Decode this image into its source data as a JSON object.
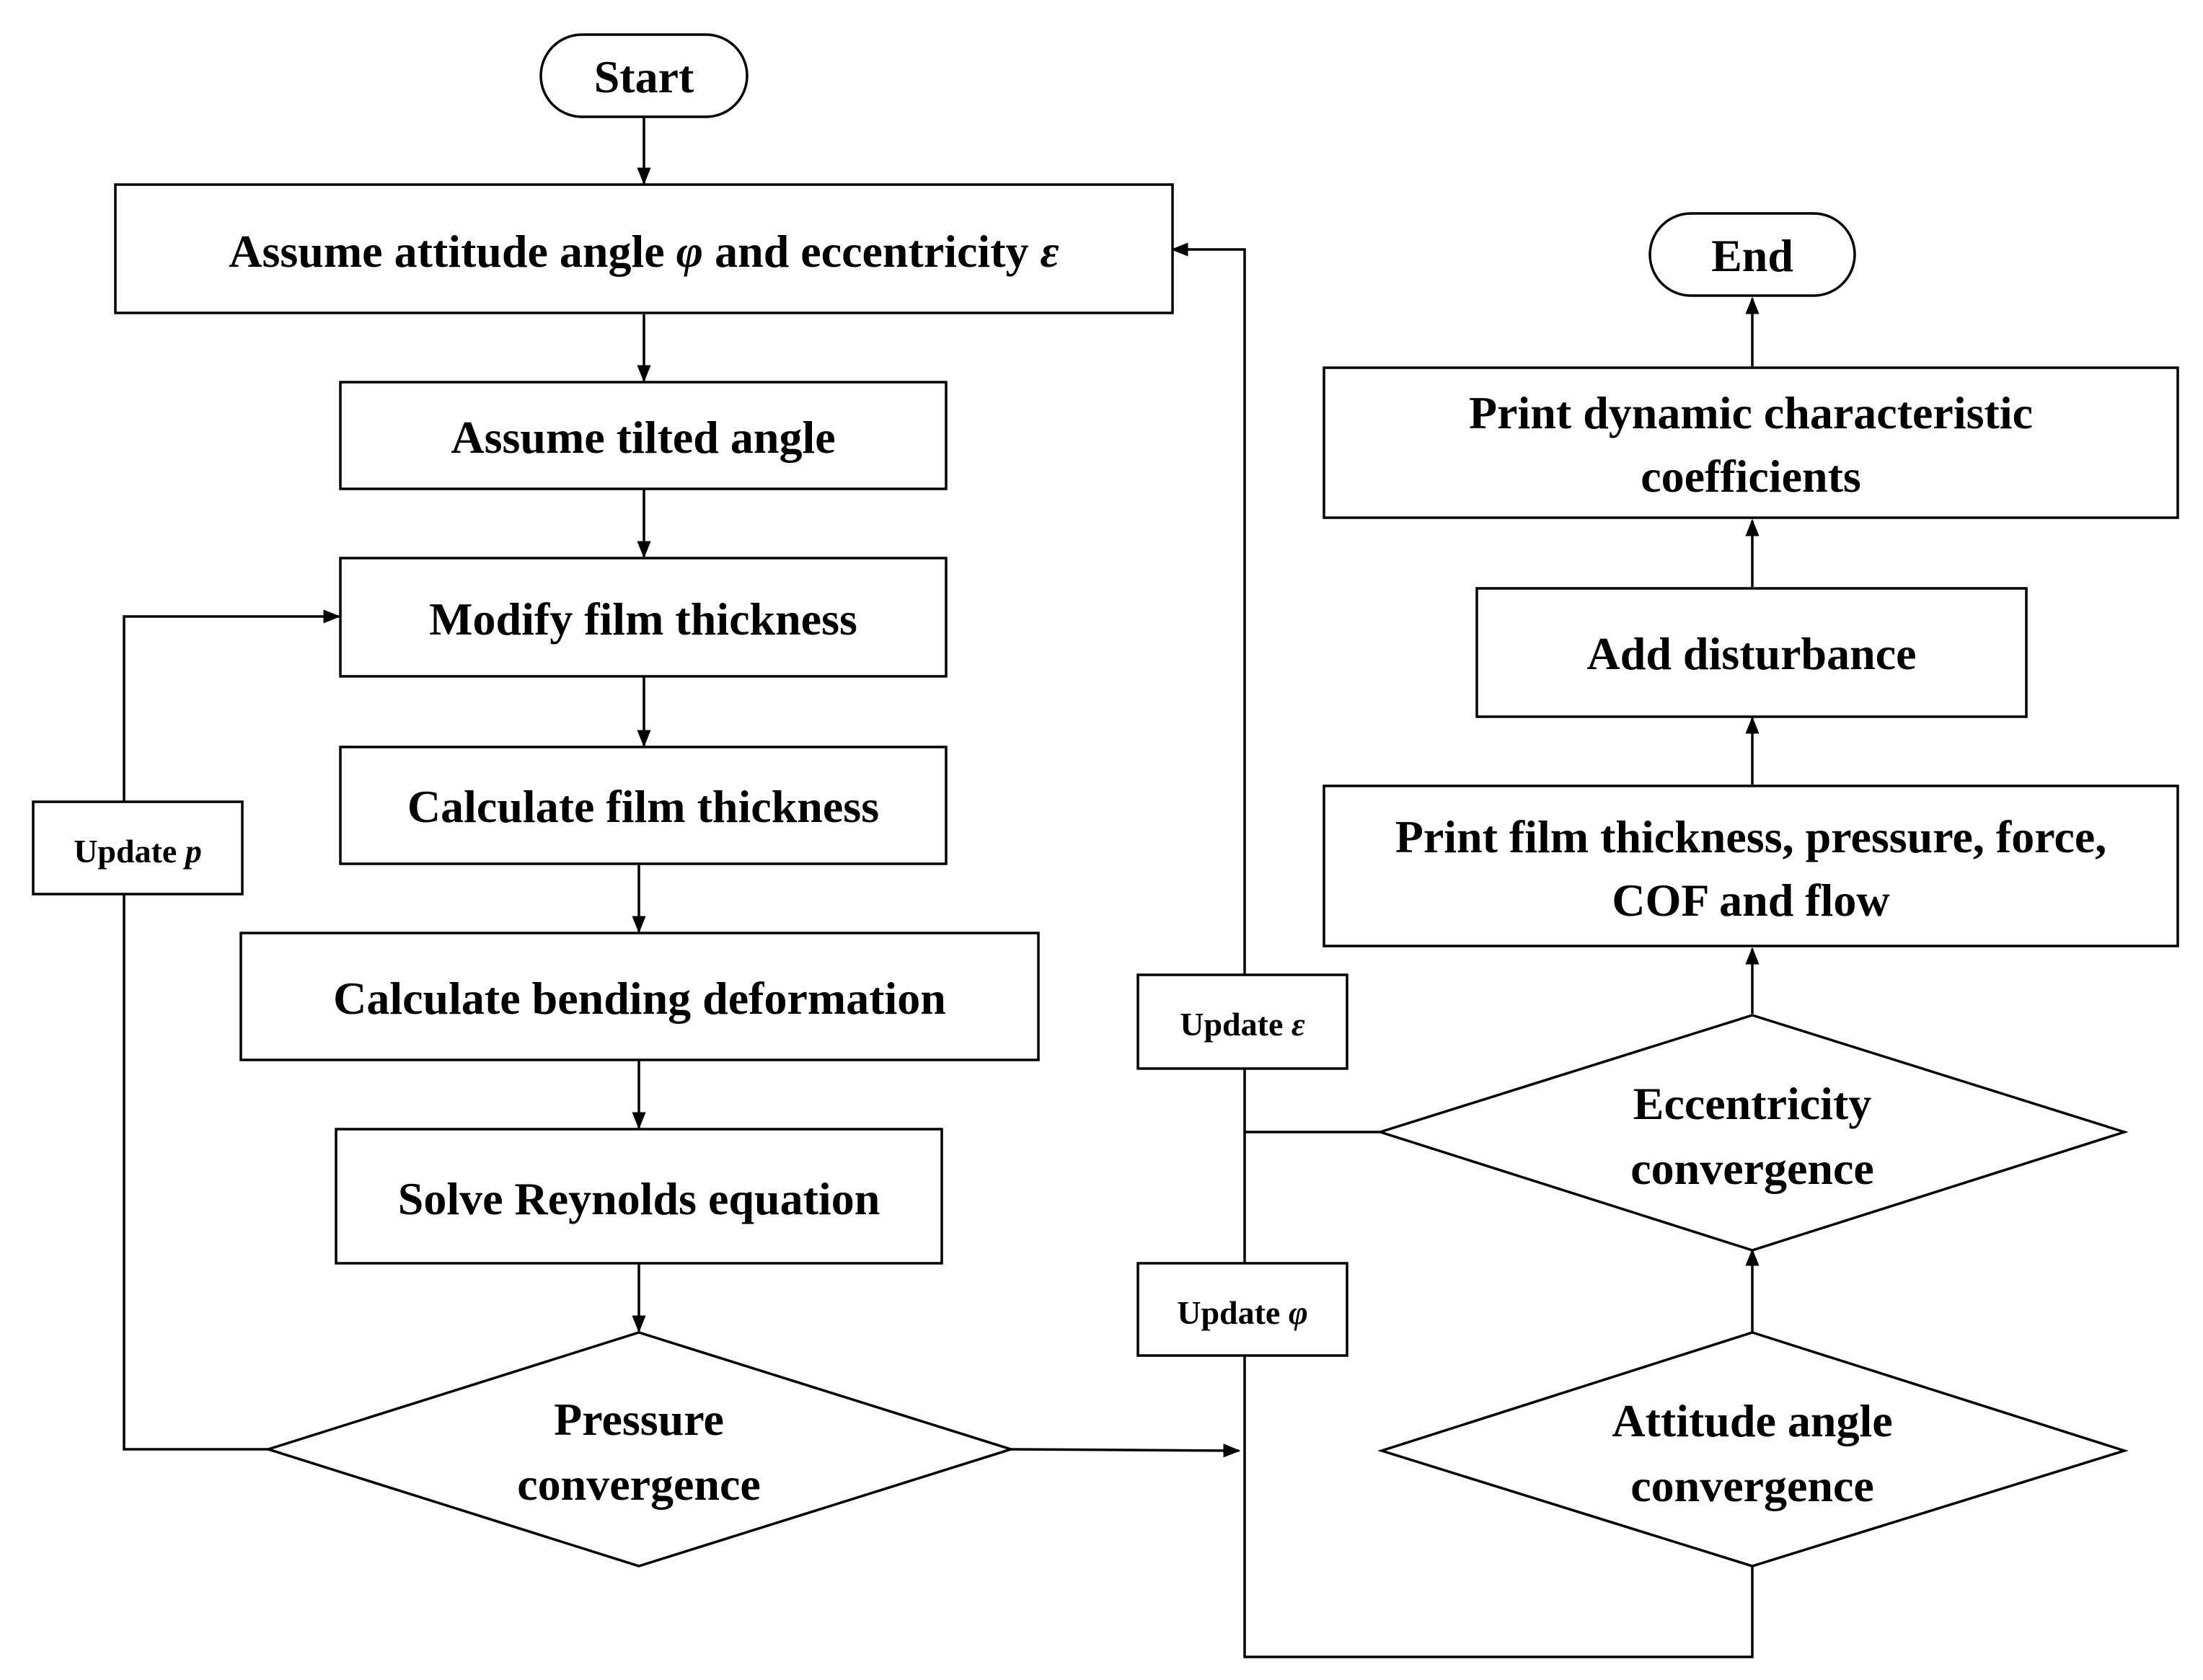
{
  "nodes": {
    "start": "Start",
    "assume_angle": {
      "text": "Assume attitude angle ",
      "phi": "φ",
      "mid": " and eccentricity ",
      "eps": "ε"
    },
    "assume_tilted": "Assume tilted angle",
    "modify_film": "Modify film thickness",
    "calc_film": "Calculate film thickness",
    "calc_bending": "Calculate bending deformation",
    "solve_reynolds": "Solve Reynolds equation",
    "pressure_conv": {
      "line1": "Pressure",
      "line2": "convergence"
    },
    "attitude_conv": {
      "line1": "Attitude angle",
      "line2": "convergence"
    },
    "ecc_conv": {
      "line1": "Eccentricity",
      "line2": "convergence"
    },
    "print_film": {
      "line1": "Print film thickness, pressure, force,",
      "line2": "COF and flow"
    },
    "add_disturbance": "Add disturbance",
    "print_dynamic": {
      "line1": "Print dynamic characteristic",
      "line2": "coefficients"
    },
    "end": "End"
  },
  "labels": {
    "update_p": {
      "text": "Update ",
      "sym": "p"
    },
    "update_eps": {
      "text": "Update ",
      "sym": "ε"
    },
    "update_phi": {
      "text": "Update ",
      "sym": "φ"
    }
  }
}
